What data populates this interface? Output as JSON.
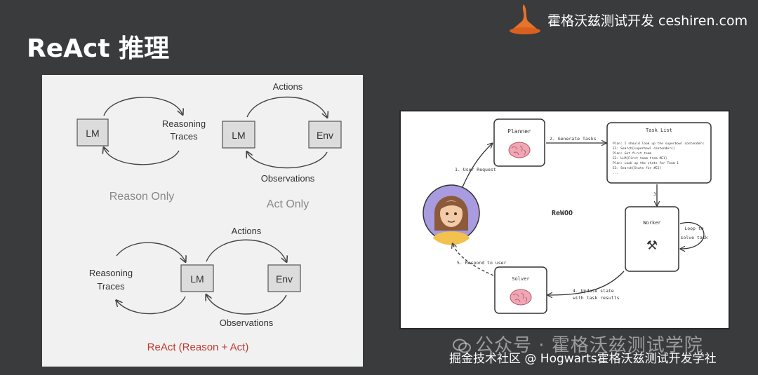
{
  "slide": {
    "title": "ReAct 推理",
    "brand_text": "霍格沃兹测试开发 ceshiren.com",
    "watermark": "公众号 · 霍格沃兹测试学院",
    "footer": "掘金技术社区 @ Hogwarts霍格沃兹测试开发学社"
  },
  "left_diagram": {
    "reason_only": {
      "lm": "LM",
      "reasoning_line1": "Reasoning",
      "reasoning_line2": "Traces",
      "caption": "Reason Only"
    },
    "act_only": {
      "lm": "LM",
      "env": "Env",
      "actions": "Actions",
      "observations": "Observations",
      "caption": "Act Only"
    },
    "react": {
      "lm": "LM",
      "env": "Env",
      "actions": "Actions",
      "observations": "Observations",
      "reasoning_line1": "Reasoning",
      "reasoning_line2": "Traces",
      "caption": "ReAct (Reason + Act)"
    }
  },
  "right_diagram": {
    "center_label": "ReWOO",
    "planner": "Planner",
    "worker": "Worker",
    "solver": "Solver",
    "task_list_title": "Task List",
    "task_list_lines": [
      "Plan: I should look up the superbowl contenders",
      "E1: Search[superbowl contenders]",
      "Plan: Get first team",
      "E2: LLM[First team from #E1]",
      "Plan: Look up the stats for Team 1",
      "E3: Search[Stats for #E2]",
      "..."
    ],
    "step1": "1. User Request",
    "step2": "2. Generate Tasks",
    "step3": "3",
    "loop_line1": "Loop to",
    "loop_line2": "solve task",
    "step4_line1": "4. Update state",
    "step4_line2": "with task results",
    "step5": "5. Respond to user",
    "tools_icon_glyph": "⚒"
  },
  "colors": {
    "react_caption": "#c0392b",
    "gray_caption": "#888888",
    "avatar_bg": "#a99be0",
    "brain": "#f0a7b4",
    "flame": "#e8732a"
  }
}
